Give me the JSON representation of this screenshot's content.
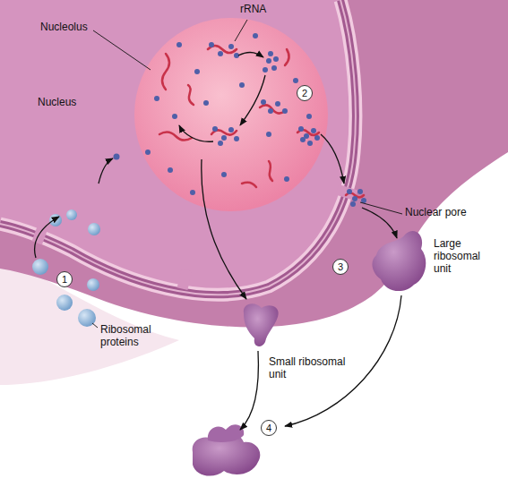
{
  "diagram": {
    "labels": [
      "Nucleolus",
      "rRNA",
      "Nucleus",
      "2",
      "Nuclear pore",
      "1",
      "Ribosomal proteins",
      "3",
      "Large ribosomal unit",
      "Small ribosomal unit",
      "4"
    ]
  }
}
